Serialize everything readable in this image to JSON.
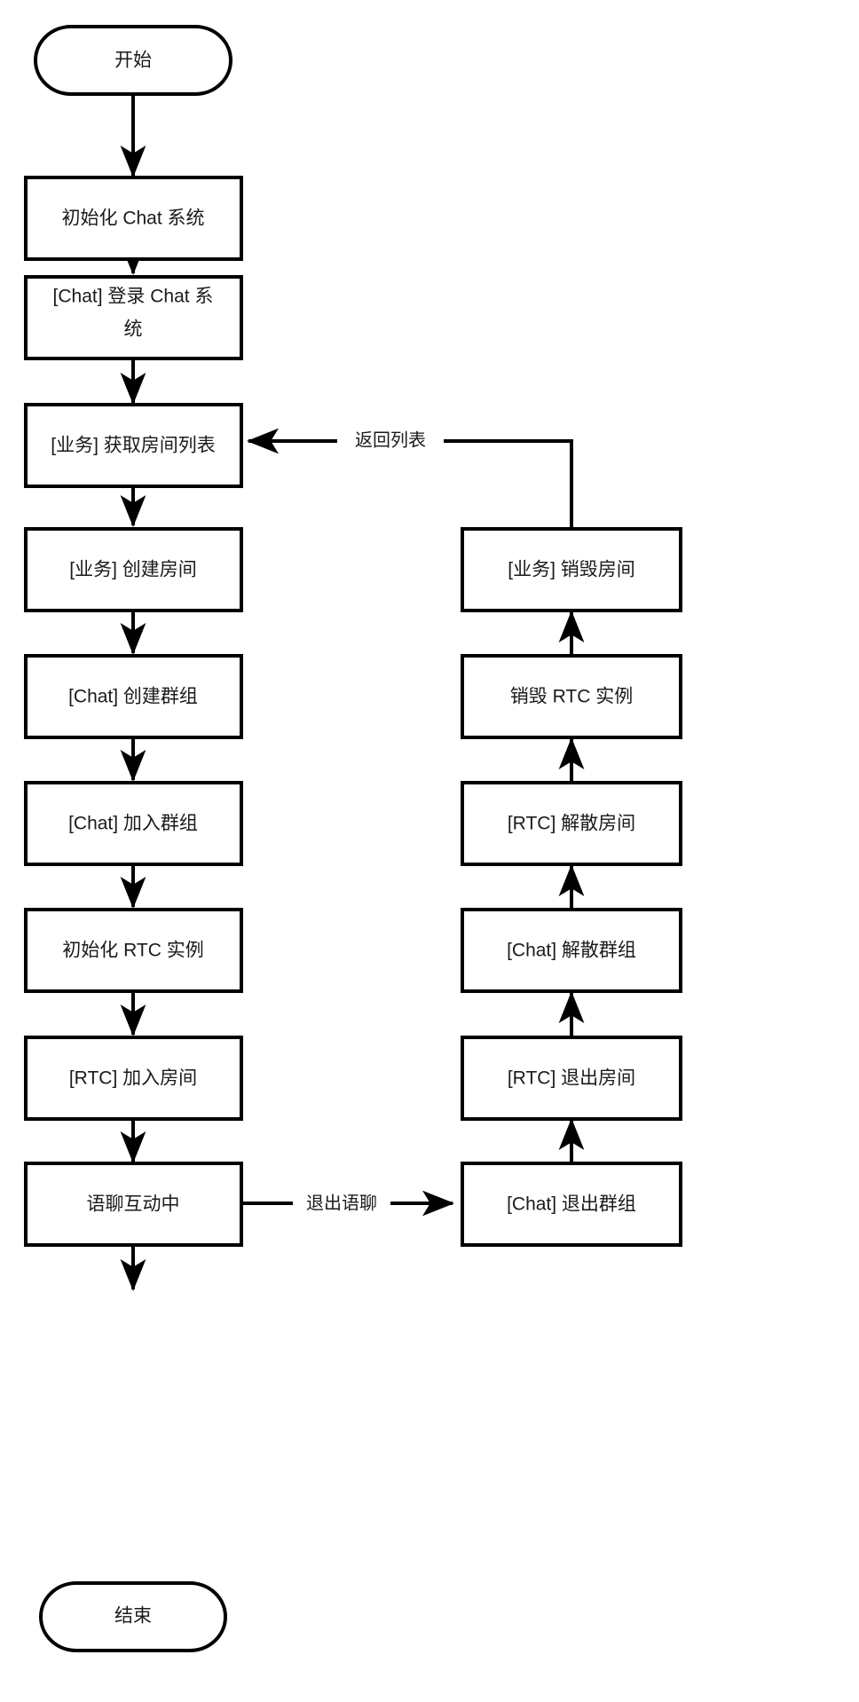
{
  "diagram": {
    "type": "flowchart",
    "orientation": "top-to-bottom",
    "background_color": "#ffffff",
    "stroke_color": "#000000",
    "text_color": "#1a1a1a",
    "nodes": {
      "start": {
        "label": "开始",
        "shape": "stadium"
      },
      "init_chat": {
        "label": "初始化 Chat 系统",
        "shape": "rect"
      },
      "login_chat_l1": {
        "label": "[Chat] 登录 Chat 系",
        "shape": "rect"
      },
      "login_chat_l2": {
        "label": "统",
        "shape": "rect"
      },
      "get_rooms": {
        "label": "[业务] 获取房间列表",
        "shape": "rect"
      },
      "create_room": {
        "label": "[业务] 创建房间",
        "shape": "rect"
      },
      "create_group": {
        "label": "[Chat] 创建群组",
        "shape": "rect"
      },
      "join_group": {
        "label": "[Chat] 加入群组",
        "shape": "rect"
      },
      "init_rtc": {
        "label": "初始化 RTC 实例",
        "shape": "rect"
      },
      "rtc_join_room": {
        "label": "[RTC] 加入房间",
        "shape": "rect"
      },
      "voice_active": {
        "label": "语聊互动中",
        "shape": "rect"
      },
      "end": {
        "label": "结束",
        "shape": "stadium"
      },
      "chat_leave_group": {
        "label": "[Chat] 退出群组",
        "shape": "rect"
      },
      "rtc_leave_room": {
        "label": "[RTC] 退出房间",
        "shape": "rect"
      },
      "chat_dismiss_group": {
        "label": "[Chat] 解散群组",
        "shape": "rect"
      },
      "rtc_dismiss_room": {
        "label": "[RTC] 解散房间",
        "shape": "rect"
      },
      "destroy_rtc": {
        "label": "销毁 RTC 实例",
        "shape": "rect"
      },
      "destroy_room": {
        "label": "[业务] 销毁房间",
        "shape": "rect"
      }
    },
    "edge_labels": {
      "return_list": "返回列表",
      "exit_voice": "退出语聊"
    }
  }
}
